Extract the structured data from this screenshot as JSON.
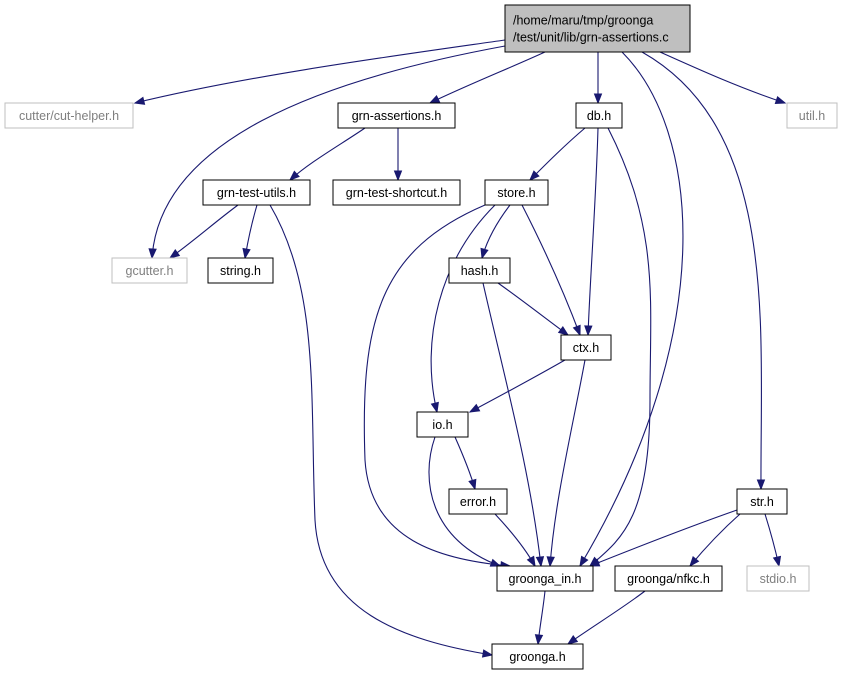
{
  "graph": {
    "nodes": {
      "root": {
        "lines": [
          "/home/maru/tmp/groonga",
          "/test/unit/lib/grn-assertions.c"
        ],
        "kind": "root"
      },
      "cut_helper": {
        "lines": [
          "cutter/cut-helper.h"
        ],
        "kind": "external"
      },
      "grn_assertions": {
        "lines": [
          "grn-assertions.h"
        ],
        "kind": "internal"
      },
      "db": {
        "lines": [
          "db.h"
        ],
        "kind": "internal"
      },
      "util": {
        "lines": [
          "util.h"
        ],
        "kind": "external"
      },
      "grn_test_utils": {
        "lines": [
          "grn-test-utils.h"
        ],
        "kind": "internal"
      },
      "grn_test_shortcut": {
        "lines": [
          "grn-test-shortcut.h"
        ],
        "kind": "internal"
      },
      "store": {
        "lines": [
          "store.h"
        ],
        "kind": "internal"
      },
      "gcutter": {
        "lines": [
          "gcutter.h"
        ],
        "kind": "external"
      },
      "string": {
        "lines": [
          "string.h"
        ],
        "kind": "internal"
      },
      "hash": {
        "lines": [
          "hash.h"
        ],
        "kind": "internal"
      },
      "ctx": {
        "lines": [
          "ctx.h"
        ],
        "kind": "internal"
      },
      "io": {
        "lines": [
          "io.h"
        ],
        "kind": "internal"
      },
      "error": {
        "lines": [
          "error.h"
        ],
        "kind": "internal"
      },
      "str": {
        "lines": [
          "str.h"
        ],
        "kind": "internal"
      },
      "groonga_in": {
        "lines": [
          "groonga_in.h"
        ],
        "kind": "internal"
      },
      "groonga_nfkc": {
        "lines": [
          "groonga/nfkc.h"
        ],
        "kind": "internal"
      },
      "stdio": {
        "lines": [
          "stdio.h"
        ],
        "kind": "external"
      },
      "groonga": {
        "lines": [
          "groonga.h"
        ],
        "kind": "internal"
      }
    },
    "edges": [
      {
        "from": "root",
        "to": "cut_helper"
      },
      {
        "from": "root",
        "to": "grn_assertions"
      },
      {
        "from": "root",
        "to": "db"
      },
      {
        "from": "root",
        "to": "util"
      },
      {
        "from": "root",
        "to": "gcutter"
      },
      {
        "from": "root",
        "to": "groonga_in"
      },
      {
        "from": "root",
        "to": "str"
      },
      {
        "from": "grn_assertions",
        "to": "grn_test_utils"
      },
      {
        "from": "grn_assertions",
        "to": "grn_test_shortcut"
      },
      {
        "from": "grn_test_utils",
        "to": "gcutter"
      },
      {
        "from": "grn_test_utils",
        "to": "string"
      },
      {
        "from": "grn_test_utils",
        "to": "groonga"
      },
      {
        "from": "db",
        "to": "store"
      },
      {
        "from": "db",
        "to": "ctx"
      },
      {
        "from": "db",
        "to": "groonga_in"
      },
      {
        "from": "store",
        "to": "hash"
      },
      {
        "from": "store",
        "to": "ctx"
      },
      {
        "from": "store",
        "to": "io"
      },
      {
        "from": "store",
        "to": "groonga_in"
      },
      {
        "from": "hash",
        "to": "ctx"
      },
      {
        "from": "hash",
        "to": "groonga_in"
      },
      {
        "from": "ctx",
        "to": "io"
      },
      {
        "from": "ctx",
        "to": "groonga_in"
      },
      {
        "from": "io",
        "to": "error"
      },
      {
        "from": "io",
        "to": "groonga_in"
      },
      {
        "from": "error",
        "to": "groonga_in"
      },
      {
        "from": "str",
        "to": "groonga_in"
      },
      {
        "from": "str",
        "to": "groonga_nfkc"
      },
      {
        "from": "str",
        "to": "stdio"
      },
      {
        "from": "groonga_in",
        "to": "groonga"
      },
      {
        "from": "groonga_nfkc",
        "to": "groonga"
      }
    ],
    "colors": {
      "edge": "#191970",
      "root_fill": "#bfbfbf",
      "node_border": "#000000",
      "external_border": "#bfbfbf",
      "external_text": "#7f7f7f",
      "text": "#000000"
    }
  }
}
